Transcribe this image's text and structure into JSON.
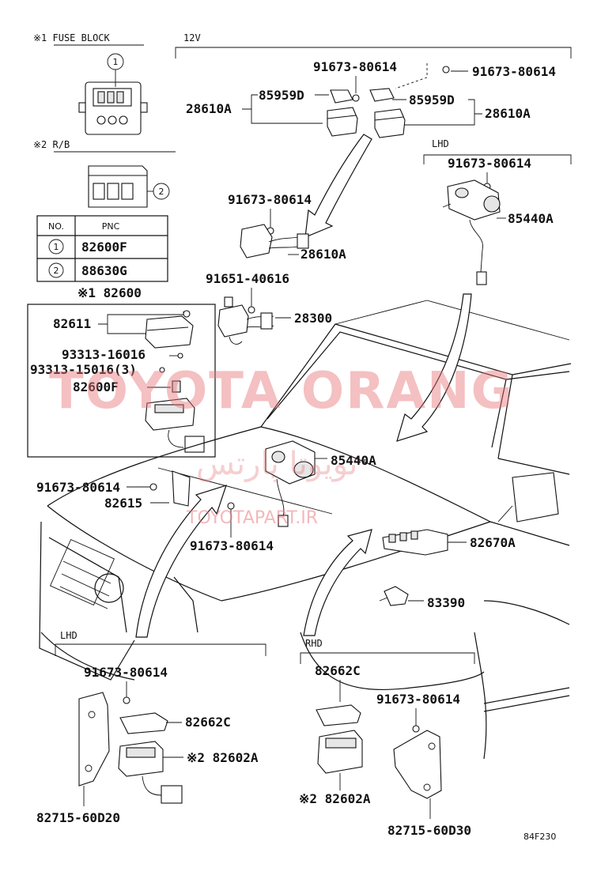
{
  "sections": {
    "fuse_block_header": "※1  FUSE BLOCK",
    "rb_header": "※2  R/B",
    "voltage": "12V",
    "lhd_top": "LHD",
    "lhd_bottom": "LHD",
    "rhd_bottom": "RHD",
    "group_82600": "※1 82600"
  },
  "pnc_table": {
    "headers": [
      "NO.",
      "PNC"
    ],
    "rows": [
      {
        "no": "1",
        "pnc": "82600F"
      },
      {
        "no": "2",
        "pnc": "88630G"
      }
    ]
  },
  "callouts": {
    "c1": "1",
    "c2": "2"
  },
  "labels": {
    "l_91673_a": "91673-80614",
    "l_91673_b": "91673-80614",
    "l_85959d_a": "85959D",
    "l_85959d_b": "85959D",
    "l_28610a_a": "28610A",
    "l_28610a_b": "28610A",
    "l_91673_c": "91673-80614",
    "l_85440a_a": "85440A",
    "l_91673_d": "91673-80614",
    "l_28610a_c": "28610A",
    "l_91651": "91651-40616",
    "l_28300": "28300",
    "l_82611": "82611",
    "l_93313_16016": "93313-16016",
    "l_93313_15016": "93313-15016(3)",
    "l_82600f": "82600F",
    "l_85440a_b": "85440A",
    "l_91673_e": "91673-80614",
    "l_82615": "82615",
    "l_91673_f": "91673-80614",
    "l_82670a": "82670A",
    "l_83390": "83390",
    "l_91673_g": "91673-80614",
    "l_82662c_a": "82662C",
    "l_82602a_a": "※2 82602A",
    "l_82715_60d20": "82715-60D20",
    "l_82662c_b": "82662C",
    "l_91673_h": "91673-80614",
    "l_82602a_b": "※2 82602A",
    "l_82715_60d30": "82715-60D30"
  },
  "watermarks": {
    "main": "TOYOTA ORANG",
    "site": "TOYOTAPART.IR",
    "persian": "تویوتا پارتس"
  },
  "diagram_id": "84F230"
}
